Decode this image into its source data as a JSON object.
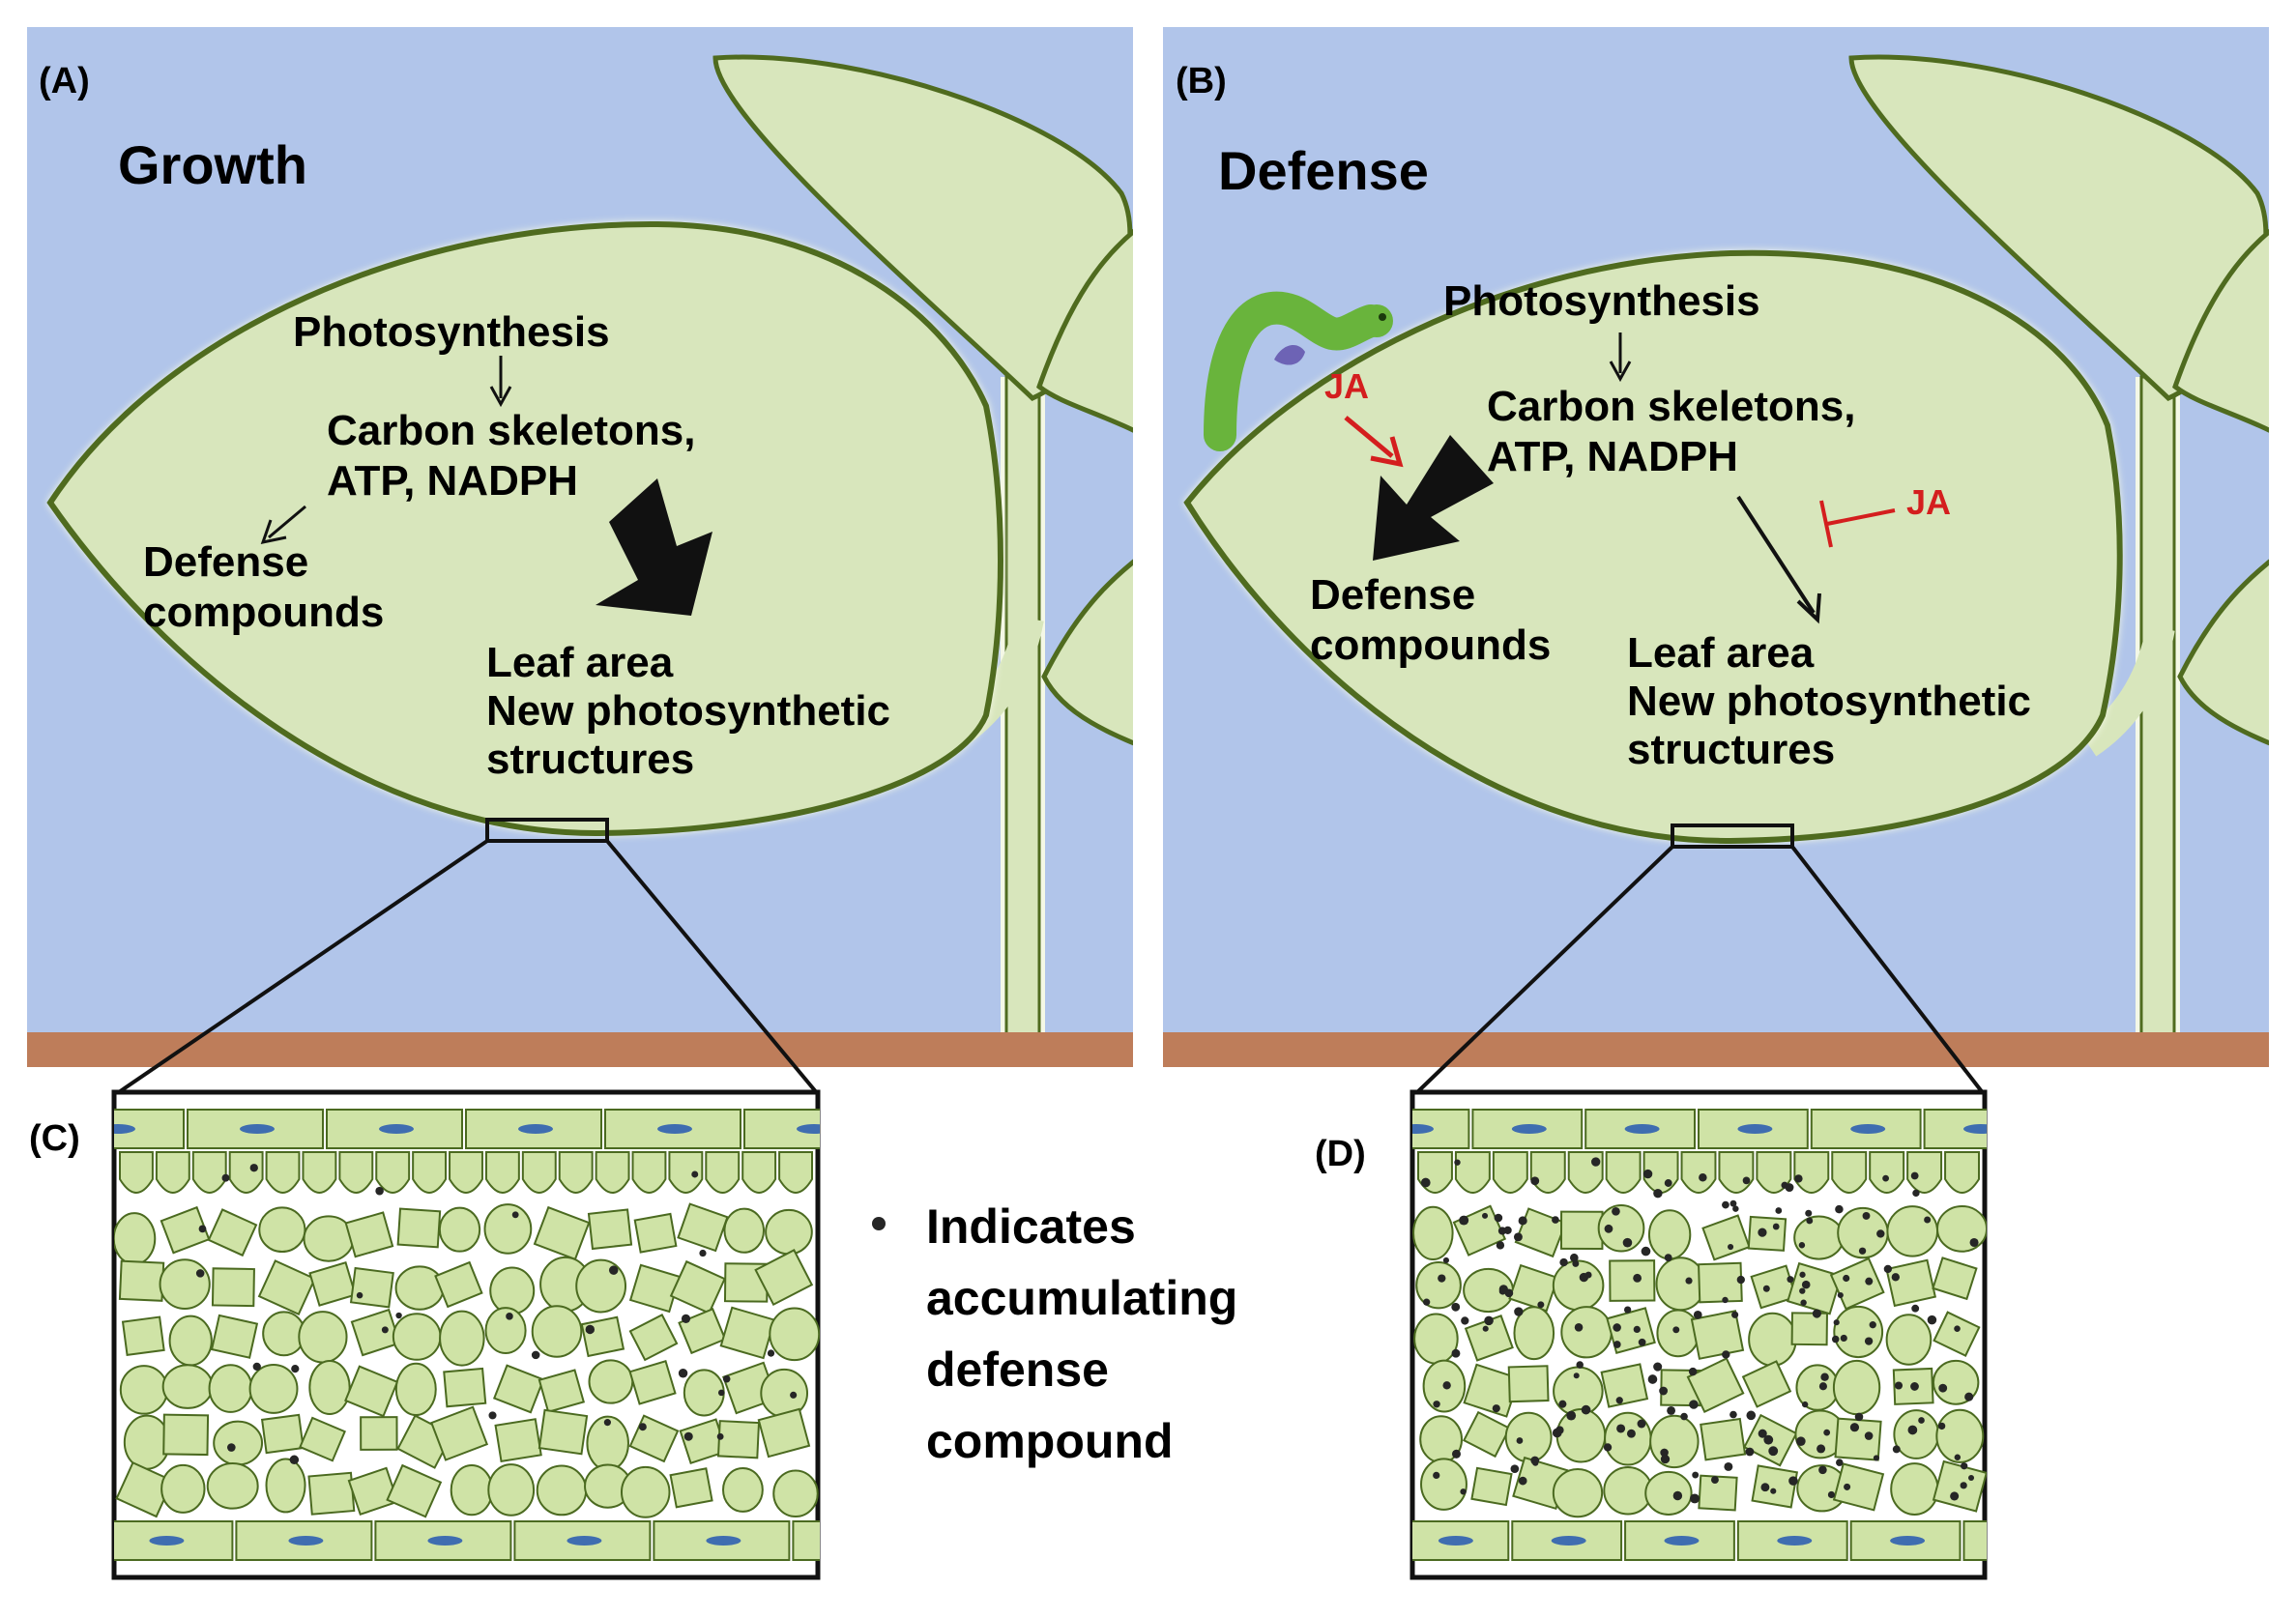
{
  "colors": {
    "sky": "#b1c5ea",
    "soil": "#be7d5a",
    "leaf_fill": "#d8e6bc",
    "leaf_edge": "#4f6b1f",
    "leaf_rim": "#f4f8e6",
    "cell_fill": "#cfe3a6",
    "cell_edge": "#4b6a20",
    "nucleus": "#3f6db0",
    "arrow": "#111111",
    "ja": "#d41e1e",
    "caterpillar": "#69b43c",
    "dot": "#262626"
  },
  "panel_a": {
    "letter": "(A)",
    "title": "Growth",
    "photosynthesis": "Photosynthesis",
    "carbon_line1": "Carbon skeletons,",
    "carbon_line2": "ATP, NADPH",
    "defense_line1": "Defense",
    "defense_line2": "compounds",
    "leaf_line1": "Leaf area",
    "leaf_line2": "New photosynthetic",
    "leaf_line3": "structures"
  },
  "panel_b": {
    "letter": "(B)",
    "title": "Defense",
    "photosynthesis": "Photosynthesis",
    "carbon_line1": "Carbon skeletons,",
    "carbon_line2": "ATP, NADPH",
    "defense_line1": "Defense",
    "defense_line2": "compounds",
    "leaf_line1": "Leaf area",
    "leaf_line2": "New photosynthetic",
    "leaf_line3": "structures",
    "ja_label": "JA",
    "ja_inhibit_label": "JA"
  },
  "panel_c": {
    "letter": "(C)"
  },
  "panel_d": {
    "letter": "(D)"
  },
  "legend": {
    "line1": "Indicates",
    "line2": "accumulating",
    "line3": "defense",
    "line4": "compound"
  },
  "compound_density": {
    "growth": "low",
    "defense": "high"
  }
}
